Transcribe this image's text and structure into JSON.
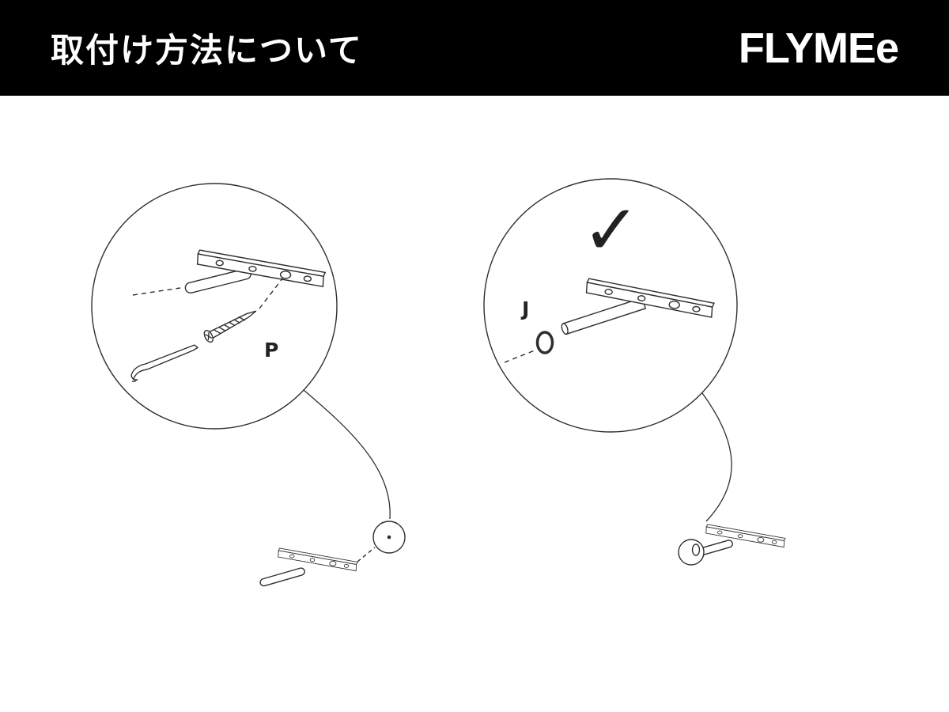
{
  "header": {
    "title": "取付け方法について",
    "brand": "FLYMEe"
  },
  "colors": {
    "header_bg": "#000000",
    "header_text": "#ffffff",
    "line_art": "#2f2f2f",
    "background": "#ffffff"
  },
  "diagrams": {
    "left": {
      "part_label": "P"
    },
    "right": {
      "part_label": "J",
      "checkmark": "✓"
    }
  }
}
